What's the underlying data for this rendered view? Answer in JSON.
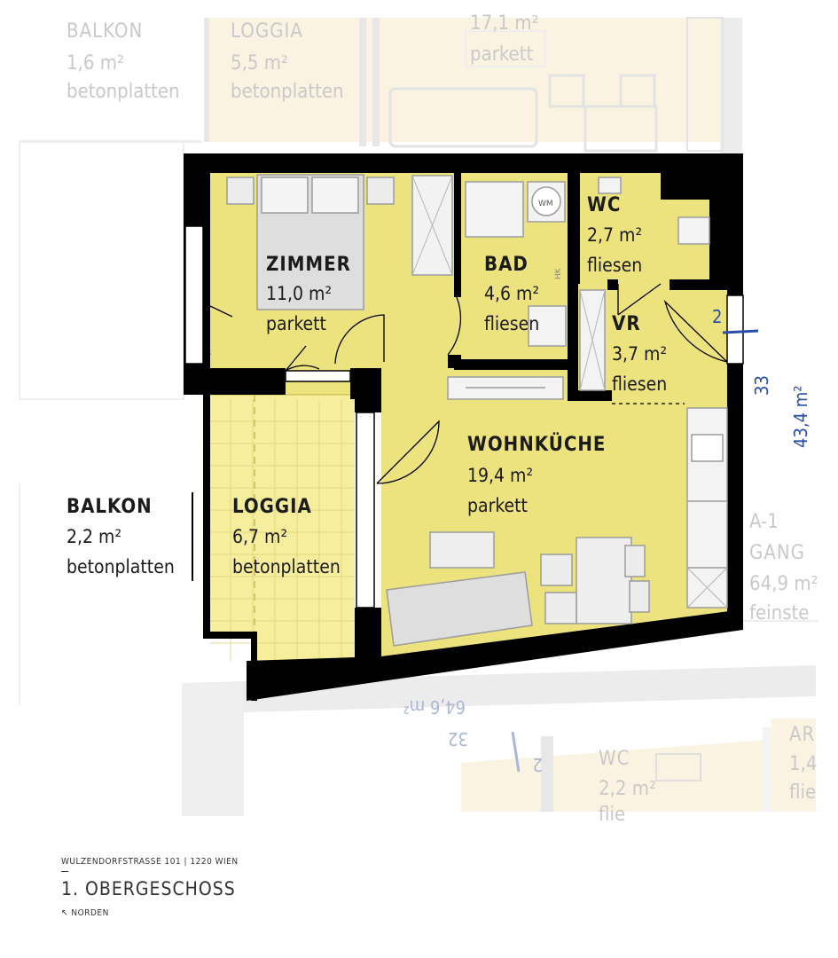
{
  "rooms": {
    "zimmer": {
      "name": "ZIMMER",
      "area": "11,0 m²",
      "floor": "parkett"
    },
    "bad": {
      "name": "BAD",
      "area": "4,6 m²",
      "floor": "fliesen"
    },
    "wc": {
      "name": "WC",
      "area": "2,7 m²",
      "floor": "fliesen"
    },
    "vr": {
      "name": "VR",
      "area": "3,7 m²",
      "floor": "fliesen"
    },
    "wohnkueche": {
      "name": "WOHNKÜCHE",
      "area": "19,4 m²",
      "floor": "parkett"
    },
    "loggia": {
      "name": "LOGGIA",
      "area": "6,7 m²",
      "floor": "betonplatten"
    },
    "balkon": {
      "name": "BALKON",
      "area": "2,2 m²",
      "floor": "betonplatten"
    }
  },
  "neighbors": {
    "balkon_top": {
      "name": "BALKON",
      "area": "1,6 m²",
      "floor": "betonplatten"
    },
    "loggia_top": {
      "name": "LOGGIA",
      "area": "5,5 m²",
      "floor": "betonplatten"
    },
    "room_top": {
      "area": "17,1 m²",
      "floor": "parkett"
    },
    "gang": {
      "code": "A-1",
      "name": "GANG",
      "area": "64,9 m²",
      "floor": "feinste"
    },
    "wc_bottom": {
      "name": "WC",
      "area": "2,2 m²",
      "floor": "flie"
    },
    "ar": {
      "name": "AR",
      "area": "1,4",
      "floor": "flie"
    }
  },
  "markers": {
    "entrance_number": "2",
    "top_number": "33",
    "total_area": "43,4 m²",
    "bottom_area": "64,6 m²",
    "bottom_number": "32",
    "bottom_entrance": "2",
    "appliance_wm": "WM",
    "appliance_hk": "HK"
  },
  "footer": {
    "address": "WULZENDORFSTRASSE 101 | 1220 WIEN",
    "floor_title": "1. OBERGESCHOSS",
    "north_icon": "↖",
    "north_label": "NORDEN"
  },
  "colors": {
    "room_fill": "#ece27e",
    "loggia_fill": "#f6ee9c",
    "wall": "#000000",
    "faded_wall": "#e9e9e9",
    "faded_room": "#fbf3e2",
    "accent_blue": "#2a4fa8"
  }
}
